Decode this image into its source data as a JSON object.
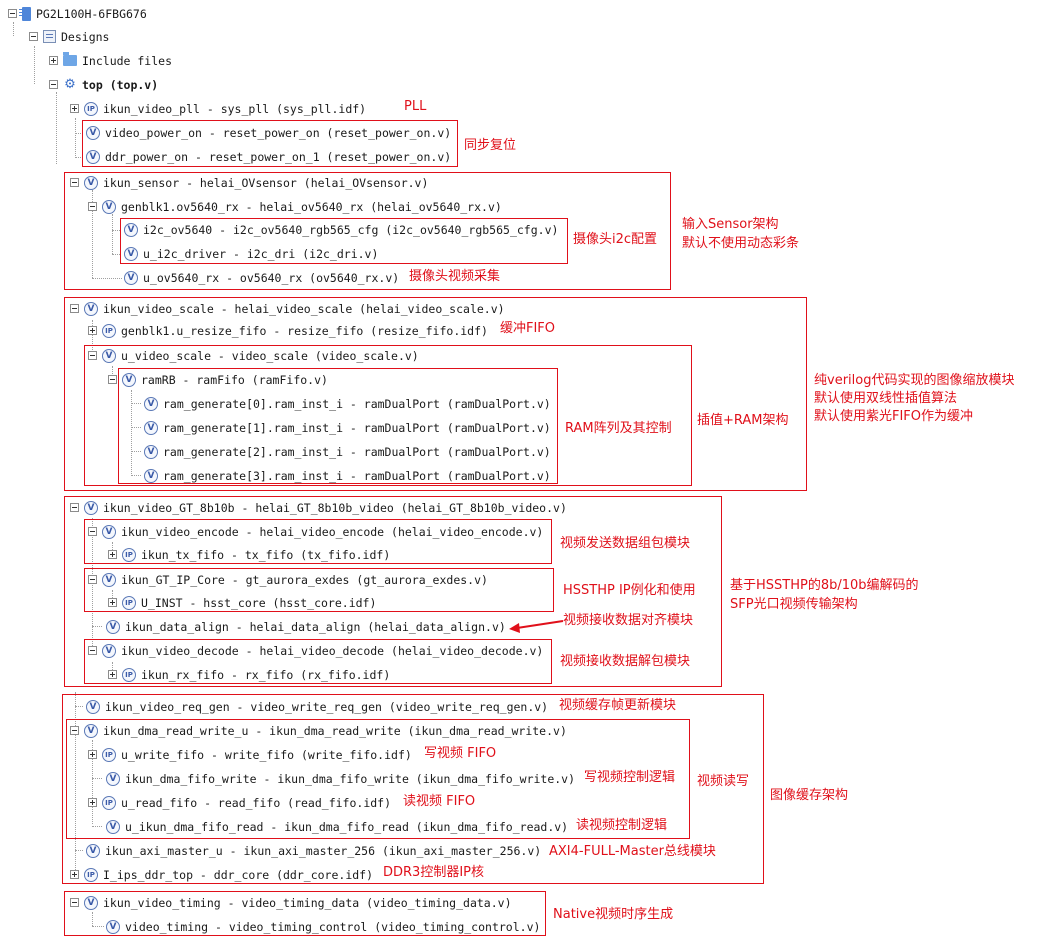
{
  "tree": {
    "device": "PG2L100H-6FBG676",
    "designs": "Designs",
    "include_files": "Include files",
    "top": "top (top.v)",
    "pll": "ikun_video_pll - sys_pll (sys_pll.idf)",
    "video_power_on": "video_power_on - reset_power_on (reset_power_on.v)",
    "ddr_power_on": "ddr_power_on - reset_power_on_1 (reset_power_on.v)",
    "sensor": "ikun_sensor - helai_OVsensor (helai_OVsensor.v)",
    "genblk1_ov": "genblk1.ov5640_rx - helai_ov5640_rx (helai_ov5640_rx.v)",
    "i2c_ov": "i2c_ov5640 - i2c_ov5640_rgb565_cfg (i2c_ov5640_rgb565_cfg.v)",
    "u_i2c": "u_i2c_driver - i2c_dri (i2c_dri.v)",
    "u_ov": "u_ov5640_rx - ov5640_rx (ov5640_rx.v)",
    "scale": "ikun_video_scale - helai_video_scale (helai_video_scale.v)",
    "resize_fifo": "genblk1.u_resize_fifo - resize_fifo (resize_fifo.idf)",
    "u_scale": "u_video_scale - video_scale (video_scale.v)",
    "ramrb": "ramRB - ramFifo (ramFifo.v)",
    "ram0": "ram_generate[0].ram_inst_i - ramDualPort (ramDualPort.v)",
    "ram1": "ram_generate[1].ram_inst_i - ramDualPort (ramDualPort.v)",
    "ram2": "ram_generate[2].ram_inst_i - ramDualPort (ramDualPort.v)",
    "ram3": "ram_generate[3].ram_inst_i - ramDualPort (ramDualPort.v)",
    "gt": "ikun_video_GT_8b10b - helai_GT_8b10b_video (helai_GT_8b10b_video.v)",
    "encode": "ikun_video_encode - helai_video_encode (helai_video_encode.v)",
    "tx_fifo": "ikun_tx_fifo - tx_fifo (tx_fifo.idf)",
    "gt_core": "ikun_GT_IP_Core - gt_aurora_exdes (gt_aurora_exdes.v)",
    "u_inst": "U_INST - hsst_core (hsst_core.idf)",
    "align": "ikun_data_align - helai_data_align (helai_data_align.v)",
    "decode": "ikun_video_decode - helai_video_decode (helai_video_decode.v)",
    "rx_fifo": "ikun_rx_fifo - rx_fifo (rx_fifo.idf)",
    "req_gen": "ikun_video_req_gen - video_write_req_gen (video_write_req_gen.v)",
    "dma": "ikun_dma_read_write_u - ikun_dma_read_write (ikun_dma_read_write.v)",
    "write_fifo": "u_write_fifo - write_fifo (write_fifo.idf)",
    "dma_write": "ikun_dma_fifo_write - ikun_dma_fifo_write (ikun_dma_fifo_write.v)",
    "read_fifo": "u_read_fifo - read_fifo (read_fifo.idf)",
    "dma_read": "u_ikun_dma_fifo_read - ikun_dma_fifo_read (ikun_dma_fifo_read.v)",
    "axi": "ikun_axi_master_u - ikun_axi_master_256 (ikun_axi_master_256.v)",
    "ddr": "I_ips_ddr_top - ddr_core (ddr_core.idf)",
    "timing": "ikun_video_timing - video_timing_data (video_timing_data.v)",
    "timing_ctrl": "video_timing - video_timing_control (video_timing_control.v)"
  },
  "annotations": {
    "pll": "PLL",
    "reset": "同步复位",
    "sensor_arch_1": "输入Sensor架构",
    "sensor_arch_2": "默认不使用动态彩条",
    "i2c": "摄像头i2c配置",
    "capture": "摄像头视频采集",
    "buffer_fifo": "缓冲FIFO",
    "scale_1": "纯verilog代码实现的图像缩放模块",
    "scale_2": "默认使用双线性插值算法",
    "scale_3": "默认使用紫光FIFO作为缓冲",
    "interp": "插值+RAM架构",
    "ram_array": "RAM阵列及其控制",
    "encode": "视频发送数据组包模块",
    "hsst": "HSSTHP IP例化和使用",
    "gt_arch_1": "基于HSSTHP的8b/10b编解码的",
    "gt_arch_2": "SFP光口视频传输架构",
    "align": "视频接收数据对齐模块",
    "decode": "视频接收数据解包模块",
    "req_gen": "视频缓存帧更新模块",
    "write_fifo": "写视频 FIFO",
    "write_ctrl": "写视频控制逻辑",
    "rw": "视频读写",
    "read_fifo": "读视频 FIFO",
    "read_ctrl": "读视频控制逻辑",
    "cache_arch": "图像缓存架构",
    "axi": "AXI4-FULL-Master总线模块",
    "ddr": "DDR3控制器IP核",
    "timing": "Native视频时序生成"
  },
  "colors": {
    "annotation": "#e0101a",
    "icon": "#3a5aa8"
  }
}
